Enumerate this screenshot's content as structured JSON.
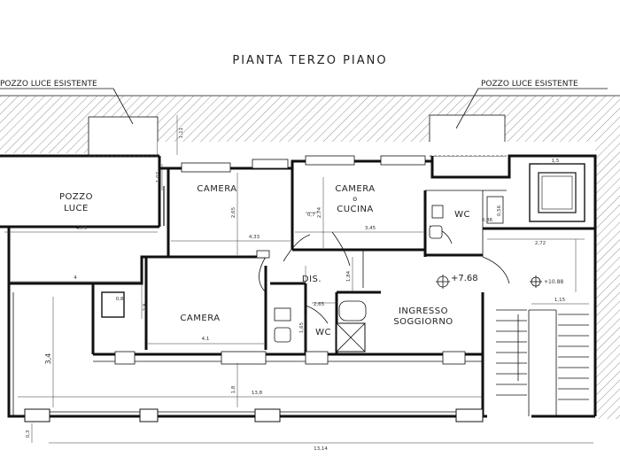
{
  "title": "PIANTA   TERZO   PIANO",
  "labels": {
    "pozzo_left": "POZZO LUCE ESISTENTE",
    "pozzo_right": "POZZO LUCE ESISTENTE",
    "pozzo_luce_1": "POZZO",
    "pozzo_luce_2": "LUCE",
    "camera_top": "CAMERA",
    "camera_cucina_1": "CAMERA",
    "camera_cucina_2": "o",
    "camera_cucina_3": "CUCINA",
    "wc_top": "WC",
    "dis": "DIS.",
    "camera_bottom": "CAMERA",
    "wc_bottom": "WC",
    "ingresso_1": "INGRESSO",
    "ingresso_2": "SOGGIORNO",
    "level_main": "+7.68",
    "level_stair": "+10.88"
  },
  "dimensions": {
    "d_475": "4,75",
    "d_433": "4,33",
    "d_345": "3,45",
    "d_4": "4",
    "d_265a": "2,65",
    "d_274": "2,74",
    "d_07": "0,7",
    "d_111": "1,11",
    "d_107": "1,07",
    "d_15": "1,5",
    "d_272": "2,72",
    "d_29": "2,9",
    "d_08": "0,8",
    "d_41": "4,1",
    "d_265b": "2,65",
    "d_165": "1,65",
    "d_184": "1,84",
    "d_34": "3,4",
    "d_18": "1,8",
    "d_138": "13,8",
    "d_1314": "13,14",
    "d_03": "0,3",
    "d_115": "1,15",
    "d_056": "0,56",
    "d_086": "0,86"
  }
}
